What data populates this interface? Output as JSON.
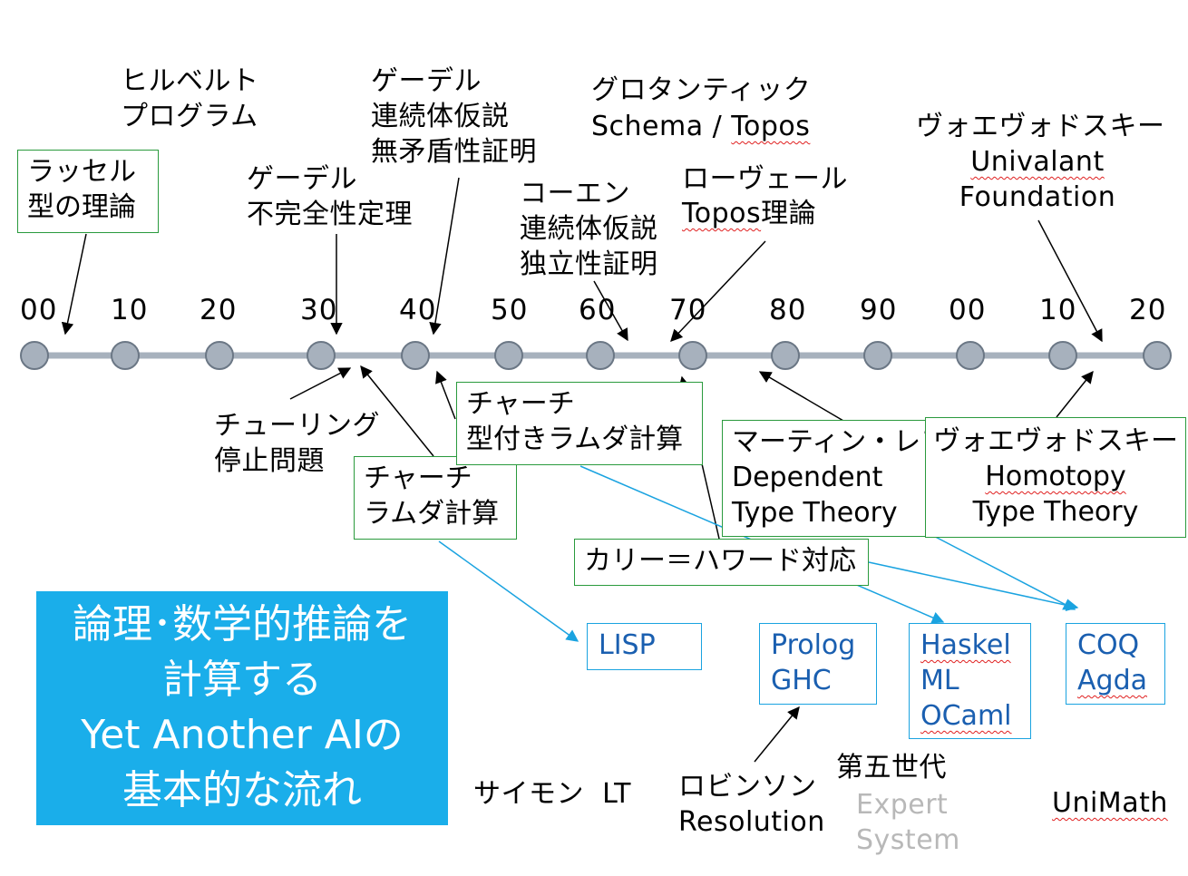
{
  "timeline": {
    "ticks": [
      "00",
      "10",
      "20",
      "30",
      "40",
      "50",
      "60",
      "70",
      "80",
      "90",
      "00",
      "10",
      "20"
    ],
    "line_color": "#a7b1bd",
    "node_fill": "#a7b1bd",
    "node_stroke": "#6b7785"
  },
  "above": {
    "hilbert": "ヒルベルト\nプログラム",
    "russell": "ラッセル\n型の理論",
    "godel_incomplete": "ゲーデル\n不完全性定理",
    "godel_continuum": "ゲーデル\n連続体仮説\n無矛盾性証明",
    "grothendieck_1": "グロタンティック",
    "grothendieck_2a": "Schema / ",
    "grothendieck_2b": "Topos",
    "cohen": "コーエン\n連続体仮説\n独立性証明",
    "lawvere_1": "ローヴェール",
    "lawvere_2a": "Topos",
    "lawvere_2b": "理論",
    "voevodsky_1": "ヴォエヴォドスキー",
    "voevodsky_2": "Univalant",
    "voevodsky_3": "Foundation"
  },
  "below": {
    "turing": "チューリング\n停止問題",
    "church_lambda": "チャーチ\nラムダ計算",
    "church_typed": "チャーチ\n型付きラムダ計算",
    "curry_howard": "カリー＝ハワード対応",
    "martin_lof": "マーティン・レフ\nDependent\nType Theory",
    "hott_1": "ヴォエヴォドスキー",
    "hott_2": "Homotopy",
    "hott_3": "Type Theory"
  },
  "languages": {
    "lisp": "LISP",
    "prolog": "Prolog\nGHC",
    "haskel_1": "Haskel",
    "haskel_2": "ML",
    "haskel_3": "OCaml",
    "coq_1": "COQ",
    "coq_2": "Agda"
  },
  "bottom": {
    "simon": "サイモン  LT",
    "robinson": "ロビンソン\nResolution",
    "fifth_gen": "第五世代",
    "expert": "Expert\nSystem",
    "unimath": "UniMath"
  },
  "panel": {
    "text": "論理･数学的推論を\n計算する\nYet Another AIの\n基本的な流れ",
    "color": "#1aaeea"
  },
  "colors": {
    "green_border": "#2a9a3d",
    "blue_arrow": "#1aa3e0",
    "lang_text": "#1a5fb0"
  }
}
